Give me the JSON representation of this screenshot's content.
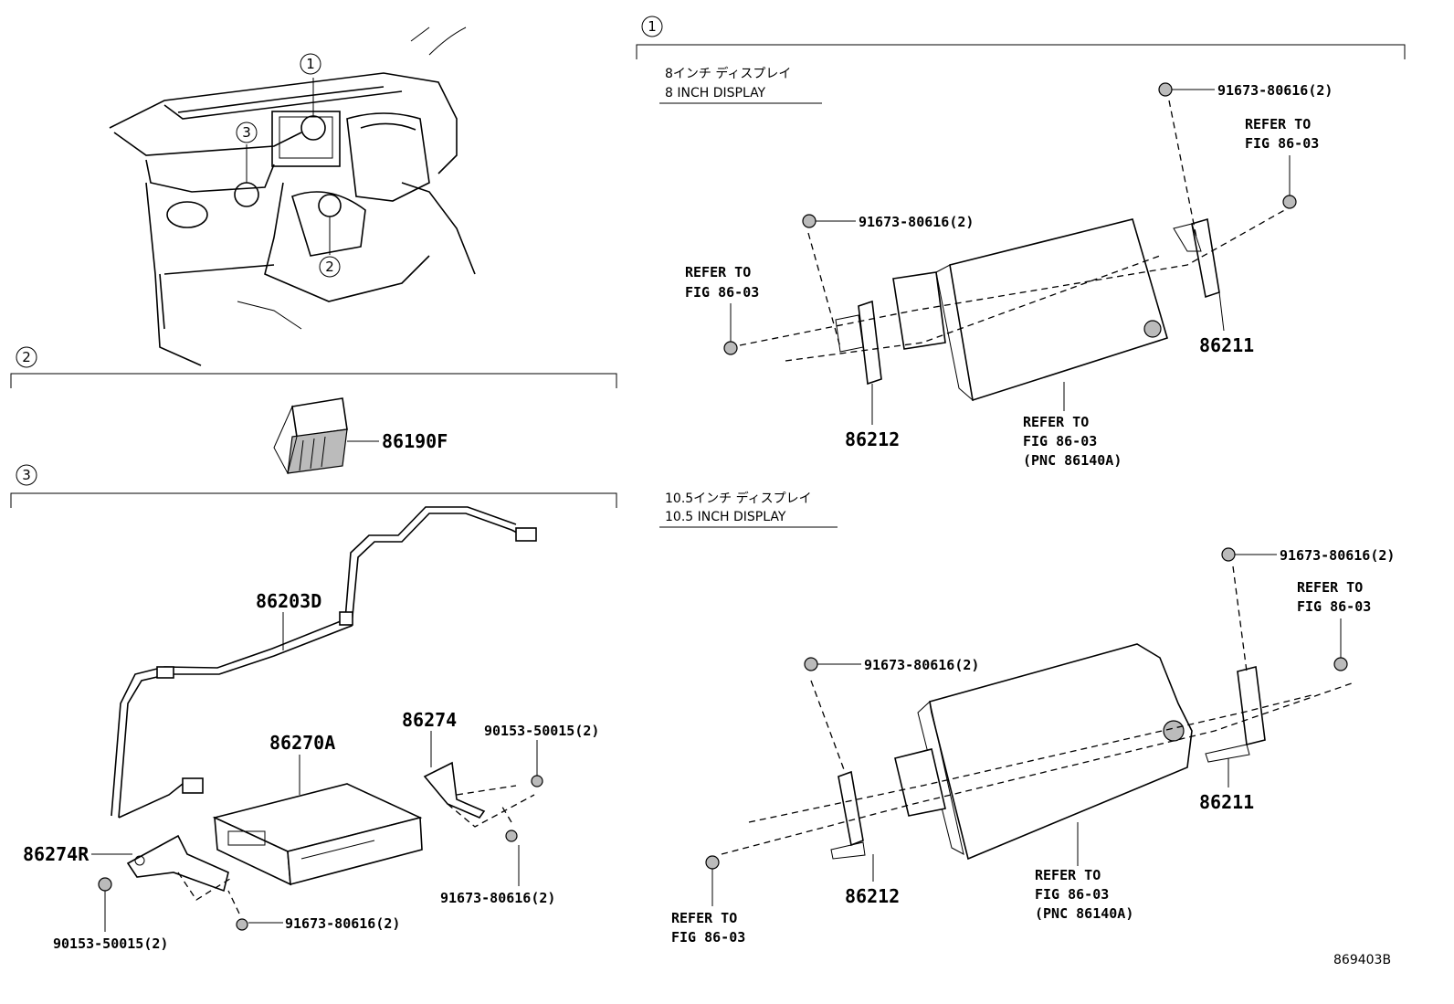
{
  "section_markers": {
    "s1": "1",
    "s2": "2",
    "s3": "3"
  },
  "overview_callouts": [
    "1",
    "2",
    "3"
  ],
  "section1": {
    "display8": {
      "header_jp": "8インチ ディスプレイ",
      "header_en": "8 INCH DISPLAY",
      "screw_top": "91673-80616(2)",
      "screw_left": "91673-80616(2)",
      "refer_right_1": "REFER TO",
      "refer_right_2": "FIG 86-03",
      "refer_left_1": "REFER TO",
      "refer_left_2": "FIG 86-03",
      "bracket_right": "86211",
      "bracket_left": "86212",
      "refer_bottom_1": "REFER TO",
      "refer_bottom_2": "FIG 86-03",
      "refer_bottom_3": "(PNC 86140A)"
    },
    "display10": {
      "header_jp": "10.5インチ ディスプレイ",
      "header_en": "10.5 INCH DISPLAY",
      "screw_top": "91673-80616(2)",
      "screw_left": "91673-80616(2)",
      "refer_right_1": "REFER TO",
      "refer_right_2": "FIG 86-03",
      "bracket_right": "86211",
      "bracket_left": "86212",
      "refer_bottom_1": "REFER TO",
      "refer_bottom_2": "FIG 86-03",
      "refer_bottom_3": "(PNC 86140A)",
      "refer_left_1": "REFER TO",
      "refer_left_2": "FIG 86-03"
    }
  },
  "section2": {
    "switch": "86190F"
  },
  "section3": {
    "cable": "86203D",
    "unit": "86270A",
    "bracket_right": "86274",
    "bracket_left": "86274R",
    "bolt_right": "90153-50015(2)",
    "screw_right": "91673-80616(2)",
    "screw_bottom": "91673-80616(2)",
    "bolt_left": "90153-50015(2)"
  },
  "figure_id": "869403B"
}
